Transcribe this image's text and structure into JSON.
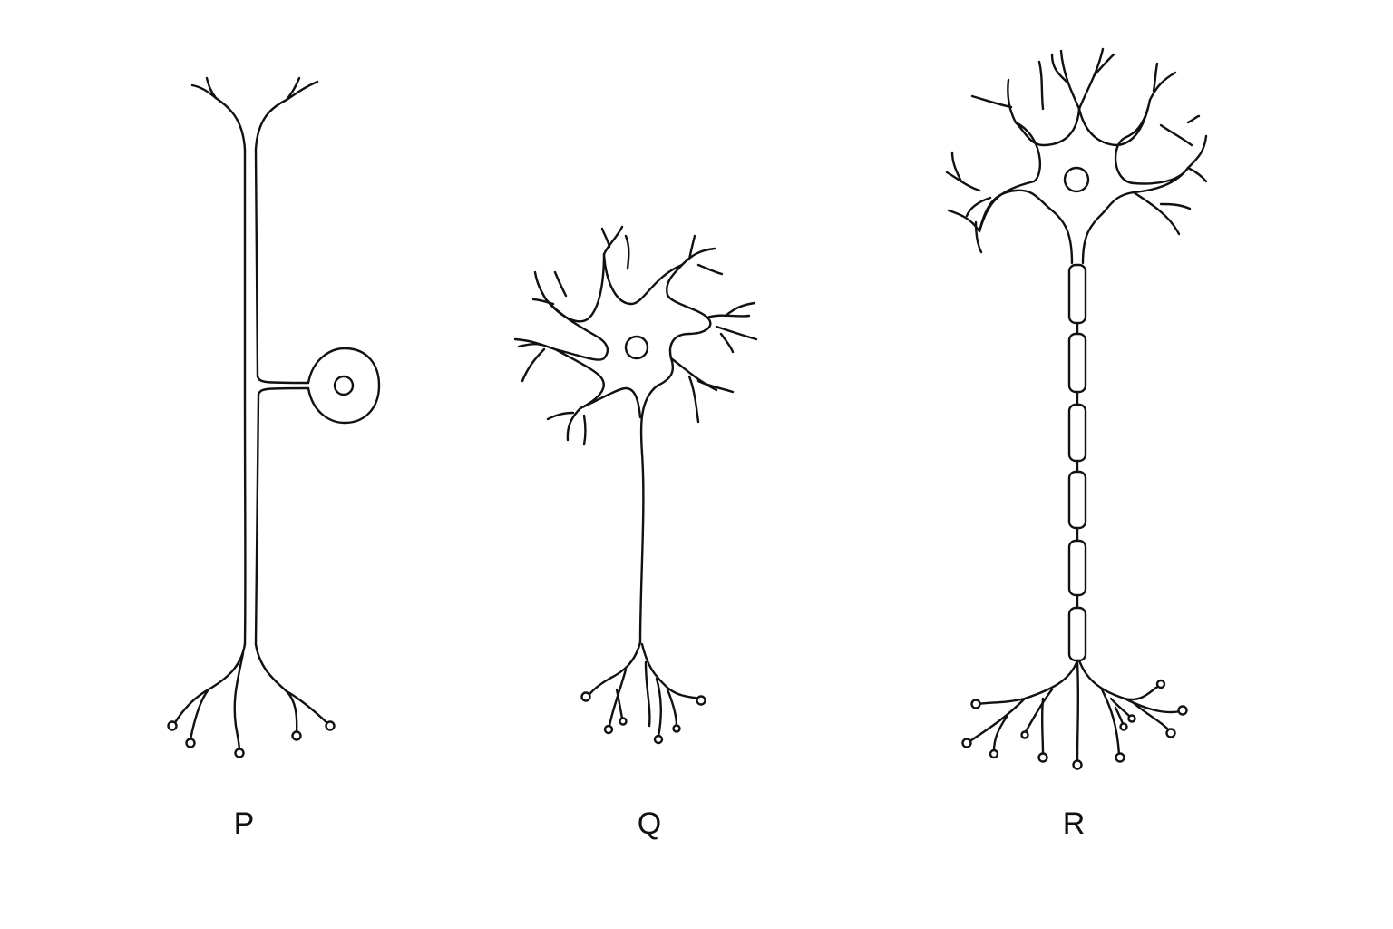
{
  "labels": {
    "p": "P",
    "q": "Q",
    "r": "R"
  },
  "colors": {
    "stroke": "#111111",
    "background": "#ffffff"
  }
}
